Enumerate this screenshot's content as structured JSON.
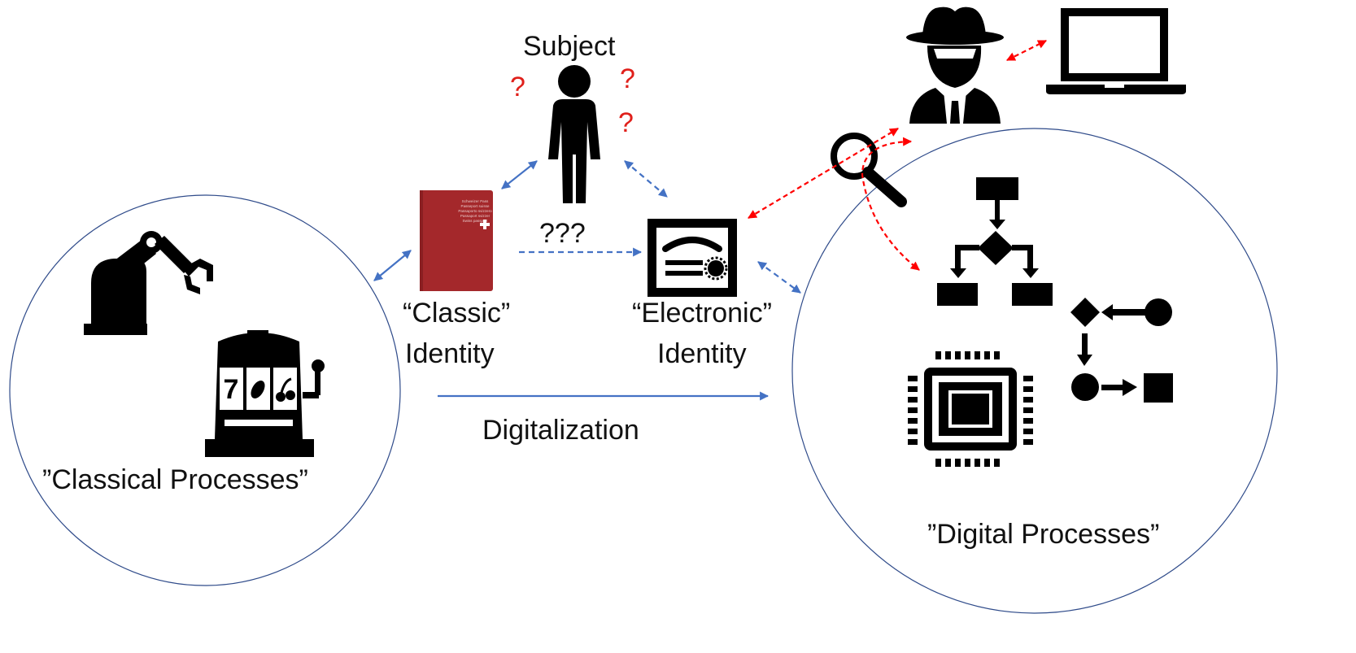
{
  "labels": {
    "subject": "Subject",
    "unknown": "???",
    "question_mark": "?",
    "classic_line1": "“Classic”",
    "classic_line2": "Identity",
    "electronic_line1": "“Electronic”",
    "electronic_line2": "Identity",
    "digitalization": "Digitalization",
    "classical_processes": "”Classical Processes”",
    "digital_processes": "”Digital Processes”",
    "slot_digit": "7"
  },
  "passport_text": [
    "Schweizer Pass",
    "Passeport suisse",
    "Passaporto svizzero",
    "Passaport svizzer",
    "Swiss passport"
  ],
  "icons": {
    "person": "person-icon",
    "passport": "passport-icon",
    "certificate": "certificate-icon",
    "spy": "spy-icon",
    "laptop": "laptop-icon",
    "magnifier": "magnifier-icon",
    "robot_arm": "robot-arm-icon",
    "slot_machine": "slot-machine-icon",
    "flowchart": "flowchart-icon",
    "chip": "chip-icon",
    "process_flow": "process-flow-icon"
  },
  "colors": {
    "blue_arrow": "#4472c4",
    "red_arrow": "#ff0000",
    "question": "#e0201b",
    "passport": "#a4282b",
    "circle": "#2f4b8a",
    "icon": "#000000"
  }
}
